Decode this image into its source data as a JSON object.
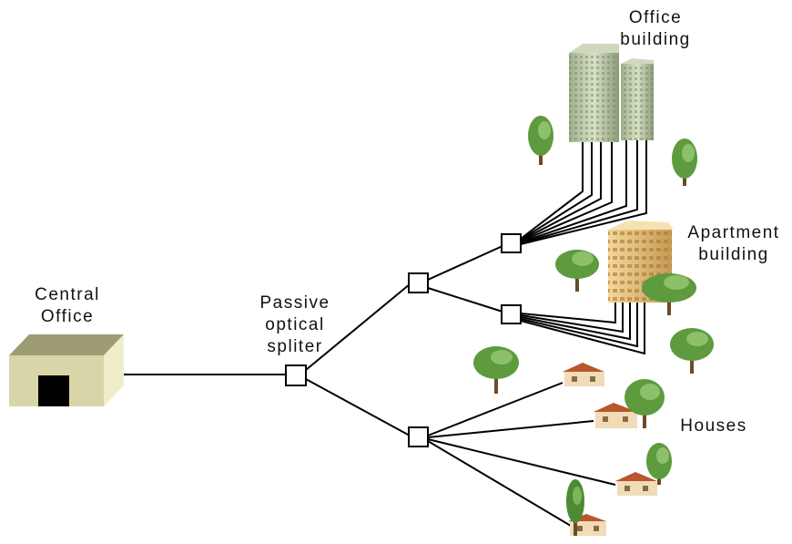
{
  "labels": {
    "central_office": [
      "Central",
      "Office"
    ],
    "splitter": [
      "Passive",
      "optical",
      "spliter"
    ],
    "office_building": [
      "Office",
      "building"
    ],
    "apartment_building": [
      "Apartment",
      "building"
    ],
    "houses": "Houses"
  },
  "colors": {
    "line": "#000000",
    "node_fill": "#ffffff",
    "co_front": "#d8d6a8",
    "co_top": "#9e9c72",
    "co_side": "#efeec8",
    "co_door": "#000000",
    "tower": "#b8c8a0",
    "apartment": "#e8c27a",
    "house_wall": "#f1dcb8",
    "house_roof": "#b8562c",
    "tree_leaf": "#5e9a3e",
    "tree_trunk": "#6b4a2b"
  }
}
